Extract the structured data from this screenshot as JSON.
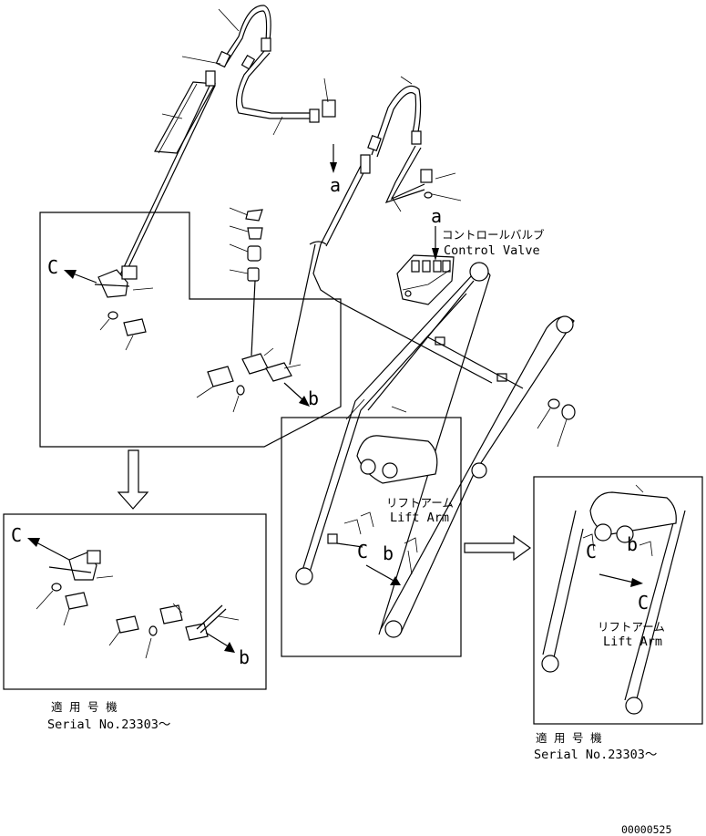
{
  "labels": {
    "a": "a",
    "b": "b",
    "c": "C",
    "control_valve_jp": "コントロールバルブ",
    "control_valve_en": "Control Valve",
    "lift_arm_jp": "リフトアーム",
    "lift_arm_en": "Lift Arm"
  },
  "serial_notes": {
    "jp": "適 用 号 機",
    "en": "Serial No.23303〜"
  },
  "drawing_number": "00000525"
}
